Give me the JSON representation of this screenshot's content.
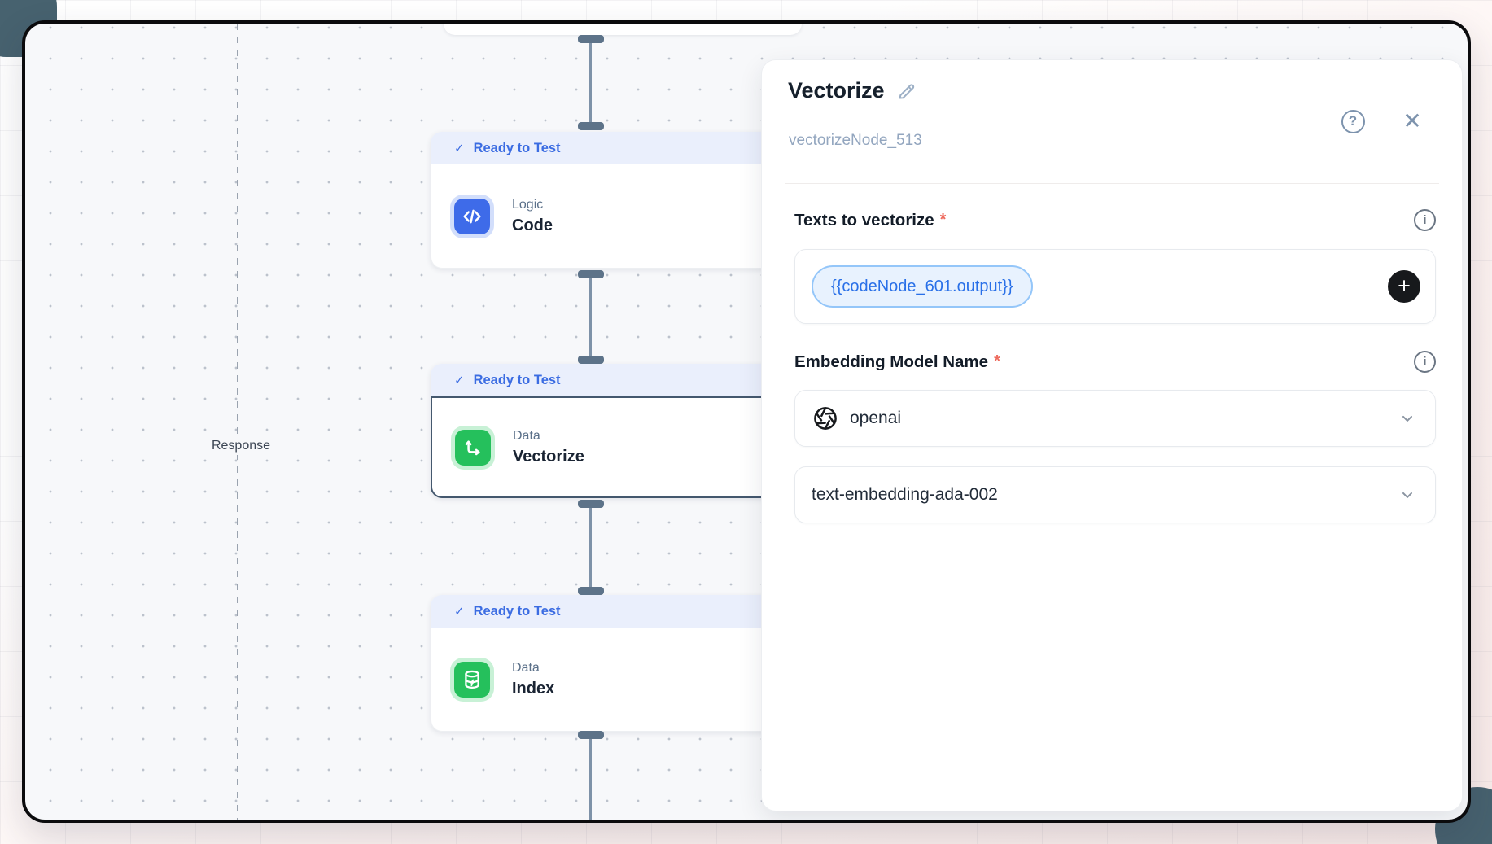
{
  "canvas": {
    "response_label": "Response",
    "nodes": [
      {
        "status": "Ready to Test",
        "category": "Logic",
        "title": "Code"
      },
      {
        "status": "Ready to Test",
        "category": "Data",
        "title": "Vectorize",
        "selected": true
      },
      {
        "status": "Ready to Test",
        "category": "Data",
        "title": "Index"
      }
    ]
  },
  "panel": {
    "title": "Vectorize",
    "node_id": "vectorizeNode_513",
    "texts_field": {
      "label": "Texts to vectorize",
      "required_marker": "*",
      "chip": "{{codeNode_601.output}}"
    },
    "embedding_field": {
      "label": "Embedding Model Name",
      "required_marker": "*",
      "provider": "openai",
      "model": "text-embedding-ada-002"
    }
  },
  "icons": {
    "check": "✓",
    "close": "✕",
    "help": "?",
    "info": "i",
    "plus": "+"
  },
  "colors": {
    "accent_blue": "#3b6ce2",
    "badge_bg": "#eaeffc",
    "node_green": "#25c05c",
    "node_blue": "#3e6be9",
    "chip_bg": "#e8f2fe",
    "chip_border": "#94c6f9",
    "chip_text": "#2970e8",
    "selected_border": "#44586e",
    "connector": "#5d7389",
    "canvas_bg": "#f7f8fa"
  }
}
